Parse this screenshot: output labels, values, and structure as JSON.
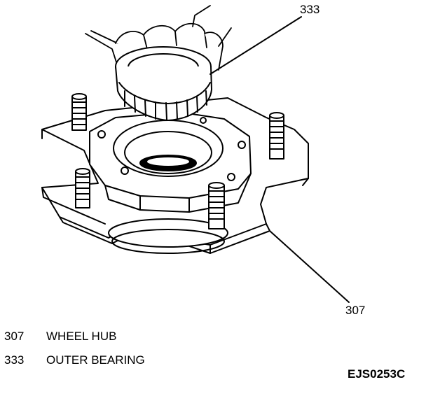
{
  "callouts": [
    {
      "id": "333"
    },
    {
      "id": "307"
    }
  ],
  "legend": [
    {
      "number": "307",
      "label": "WHEEL HUB"
    },
    {
      "number": "333",
      "label": "OUTER BEARING"
    }
  ],
  "figure_code": "EJS0253C"
}
